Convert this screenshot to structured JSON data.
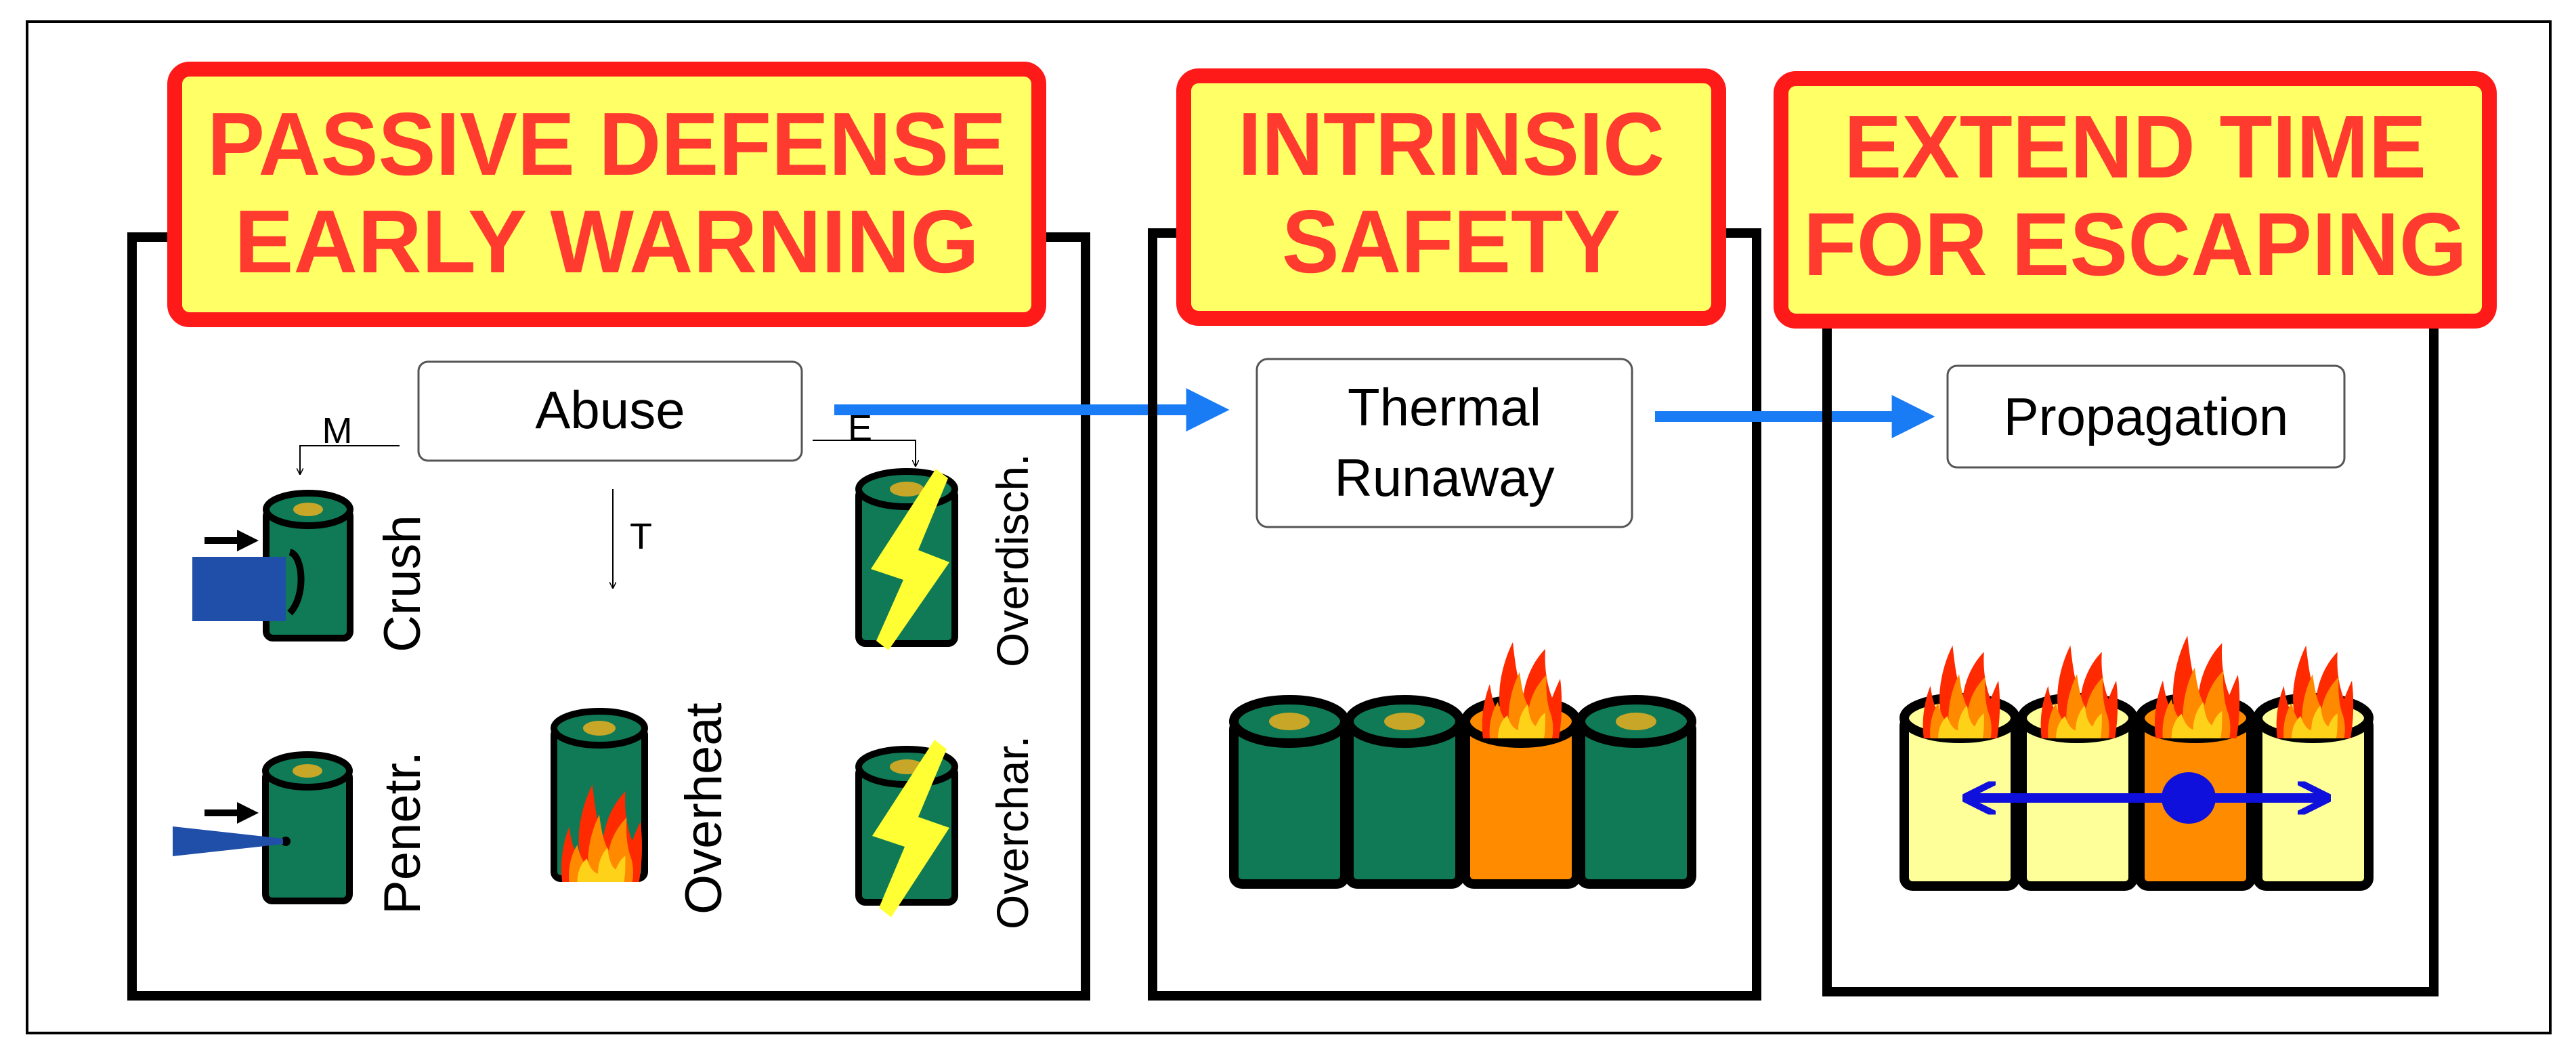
{
  "banners": {
    "left": {
      "line1": "PASSIVE DEFENSE",
      "line2": "EARLY WARNING"
    },
    "middle": {
      "line1": "INTRINSIC",
      "line2": "SAFETY"
    },
    "right": {
      "line1": "EXTEND TIME",
      "line2": "FOR ESCAPING"
    }
  },
  "boxes": {
    "abuse": "Abuse",
    "thermal_runaway": {
      "line1": "Thermal",
      "line2": "Runaway"
    },
    "propagation": "Propagation"
  },
  "branches": {
    "mechanical": "M",
    "thermal": "T",
    "electrical": "E"
  },
  "cell_labels": {
    "crush": "Crush",
    "penetration": "Penetr.",
    "overheat": "Overheat",
    "overdischarge": "Overdisch.",
    "overcharge": "Overchar."
  },
  "colors": {
    "banner_fill": "#ffff66",
    "banner_border": "#ff1a1a",
    "banner_text": "#ff3b30",
    "arrow": "#1a7cf5",
    "cell_green": "#0f7a55",
    "cell_top": "#c8a628",
    "cell_orange": "#ff8c00",
    "cell_yellow": "#ffff99",
    "bolt": "#ffff33",
    "propagation_arrow": "#1010dd",
    "indenter": "#1f4fa8"
  }
}
